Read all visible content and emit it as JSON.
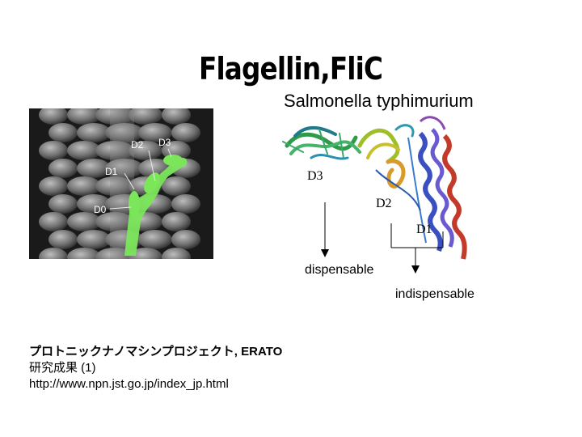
{
  "title": "Flagellin,FliC",
  "subtitle": "Salmonella typhimurium",
  "micrograph": {
    "labels": {
      "d0": "D0",
      "d1": "D1",
      "d2": "D2",
      "d3": "D3"
    },
    "highlight_color": "#7be65a"
  },
  "structure": {
    "labels": {
      "d3": "D3",
      "d2": "D2",
      "d1": "D1"
    },
    "colors": {
      "d3": "#2f9a4a",
      "d2": "#d89a2a",
      "d1_blue": "#3a4fc0",
      "d1_red": "#c43a2a"
    }
  },
  "annotations": {
    "dispensable": "dispensable",
    "indispensable": "indispensable"
  },
  "credit": {
    "line1": "プロトニックナノマシンプロジェクト, ERATO",
    "line2": "研究成果 (1)",
    "line3": "http://www.npn.jst.go.jp/index_jp.html"
  }
}
